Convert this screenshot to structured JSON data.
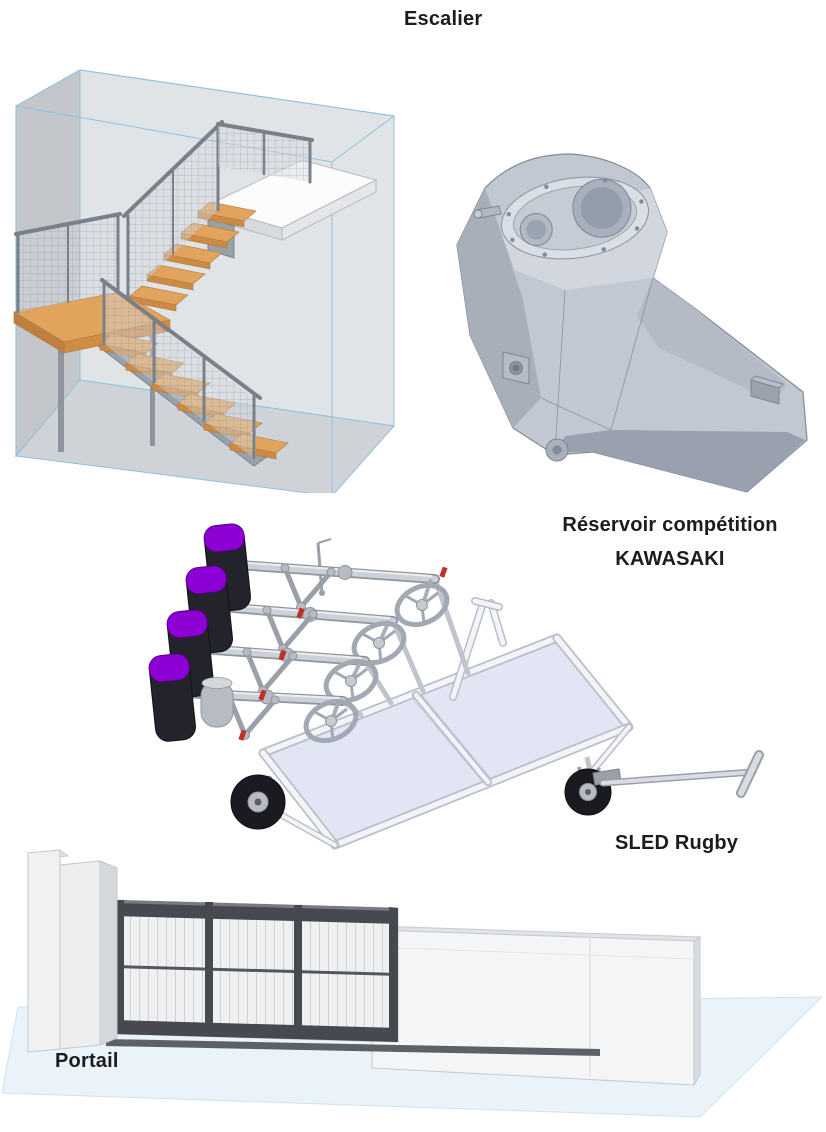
{
  "page": {
    "background": "#ffffff"
  },
  "captions": {
    "escalier": "Escalier",
    "reservoir_line1": "Réservoir compétition",
    "reservoir_line2": "KAWASAKI",
    "sled": "SLED Rugby",
    "portail": "Portail"
  },
  "figures": {
    "escalier": {
      "colors": {
        "wood": "#e2a45c",
        "wood_edge": "#cd8a44",
        "metal": "#79808a",
        "wall_left": "#c3c7cc",
        "wall_back": "#e1e4e7",
        "floor": "#cfd3d7",
        "outline_blue": "#8fc0dd",
        "shelf_white": "#fcfcfd"
      }
    },
    "reservoir": {
      "colors": {
        "body": "#c2c8d2",
        "body_dark": "#a8afbb",
        "body_light": "#d2d6de",
        "outline": "#828a96"
      }
    },
    "sled": {
      "colors": {
        "pad_body": "#23232b",
        "pad_top": "#8d00d4",
        "deck": "#e2e5f4",
        "tube_white": "#f3f4f7",
        "metal": "#b7bcc4",
        "tire": "#1a1a20",
        "accent_red": "#c03028"
      }
    },
    "portail": {
      "colors": {
        "frame_dark": "#46494f",
        "panel": "#eef0f2",
        "wall": "#f4f5f7",
        "pillar": "#f0f1f3",
        "ground": "#eaf3f9"
      }
    }
  }
}
